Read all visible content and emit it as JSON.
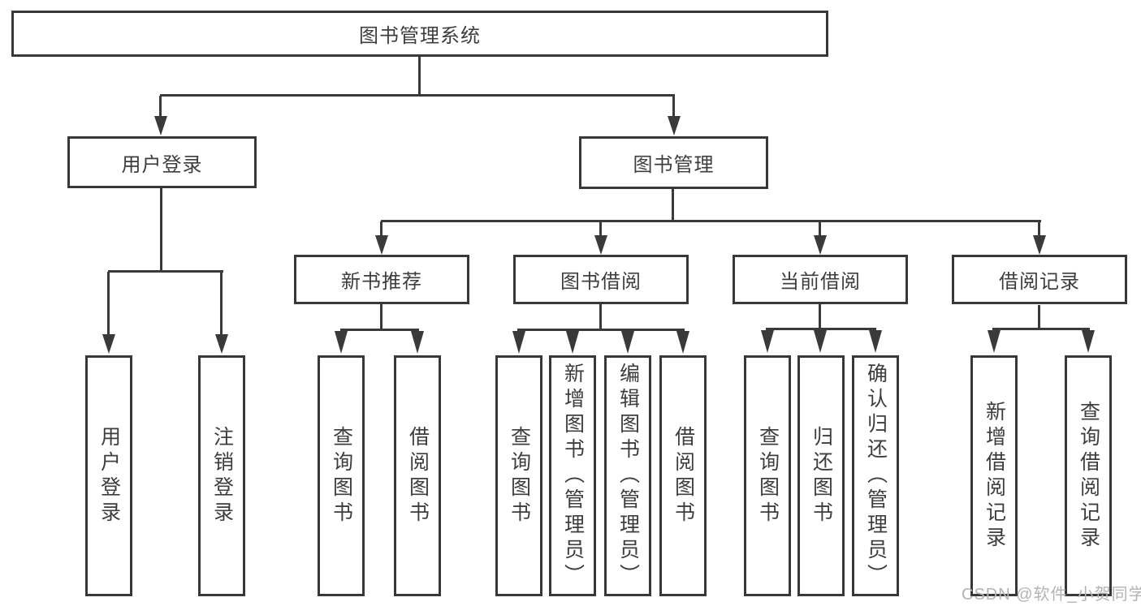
{
  "tree": {
    "root": {
      "label": "图书管理系统"
    },
    "children": [
      {
        "label": "用户登录",
        "children": [
          {
            "label": "用户登录"
          },
          {
            "label": "注销登录"
          }
        ]
      },
      {
        "label": "图书管理",
        "children": [
          {
            "label": "新书推荐",
            "children": [
              {
                "label": "查询图书"
              },
              {
                "label": "借阅图书"
              }
            ]
          },
          {
            "label": "图书借阅",
            "children": [
              {
                "label": "查询图书"
              },
              {
                "label": "新增图书（管理员）"
              },
              {
                "label": "编辑图书（管理员）"
              },
              {
                "label": "借阅图书"
              }
            ]
          },
          {
            "label": "当前借阅",
            "children": [
              {
                "label": "查询图书"
              },
              {
                "label": "归还图书"
              },
              {
                "label": "确认归还（管理员）"
              }
            ]
          },
          {
            "label": "借阅记录",
            "children": [
              {
                "label": "新增借阅记录"
              },
              {
                "label": "查询借阅记录"
              }
            ]
          }
        ]
      }
    ]
  },
  "watermark": {
    "text": "CSDN @软件_小贺同学",
    "color": "#b3b3b3"
  },
  "colors": {
    "line": "#3a3a3a",
    "border": "#383838",
    "text": "#3d3d3d",
    "background": "#ffffff"
  }
}
